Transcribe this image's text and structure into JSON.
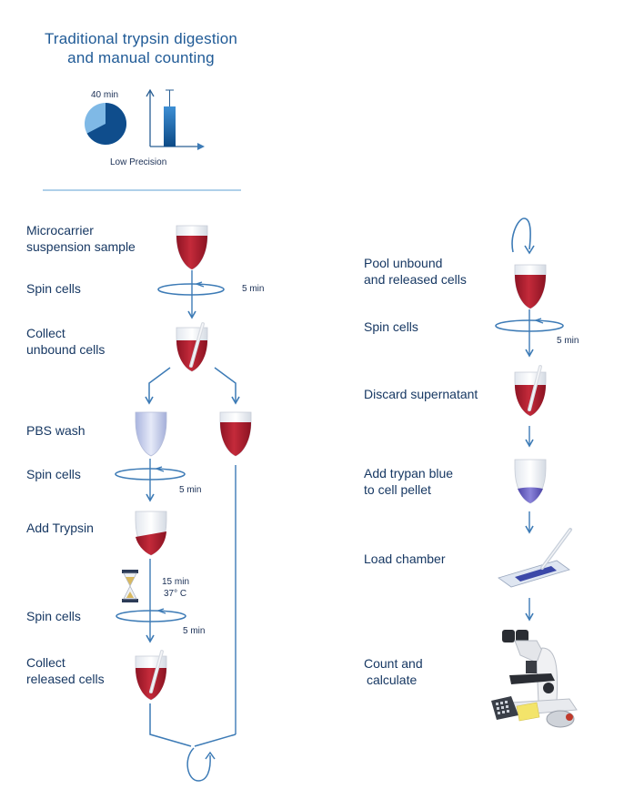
{
  "header": {
    "title_line1": "Traditional trypsin digestion",
    "title_line2": "and manual counting",
    "pie_time": "40 min",
    "precision": "Low Precision"
  },
  "left_steps": {
    "microcarrier_line1": "Microcarrier",
    "microcarrier_line2": "suspension sample",
    "spin1": "Spin cells",
    "spin1_time": "5 min",
    "collect_line1": "Collect",
    "collect_line2": "unbound cells",
    "pbs": "PBS wash",
    "spin2": "Spin cells",
    "spin2_time": "5 min",
    "trypsin": "Add Trypsin",
    "incubate_time": "15 min",
    "incubate_temp": "37° C",
    "spin3": "Spin cells",
    "spin3_time": "5 min",
    "released_line1": "Collect",
    "released_line2": "released cells"
  },
  "right_steps": {
    "pool_line1": "Pool unbound",
    "pool_line2": "and released cells",
    "spin": "Spin cells",
    "spin_time": "5 min",
    "discard": "Discard supernatant",
    "trypan_line1": "Add trypan blue",
    "trypan_line2": "to cell pellet",
    "load": "Load chamber",
    "count_line1": "Count and",
    "count_line2": "calculate"
  },
  "colors": {
    "arrow": "#3d7bb6",
    "red_fill": "#b72334",
    "pie_dark": "#0f4d8c",
    "pie_light": "#7fb9e6",
    "bar": "#0f5aa0",
    "divider": "#7fb3dc",
    "trypan": "#6e66c4"
  },
  "icons": [
    "pie-chart-icon",
    "bar-chart-icon",
    "tube-icon",
    "spin-icon",
    "hourglass-icon",
    "pipette-icon",
    "slide-icon",
    "microscope-icon",
    "calculator-icon"
  ]
}
